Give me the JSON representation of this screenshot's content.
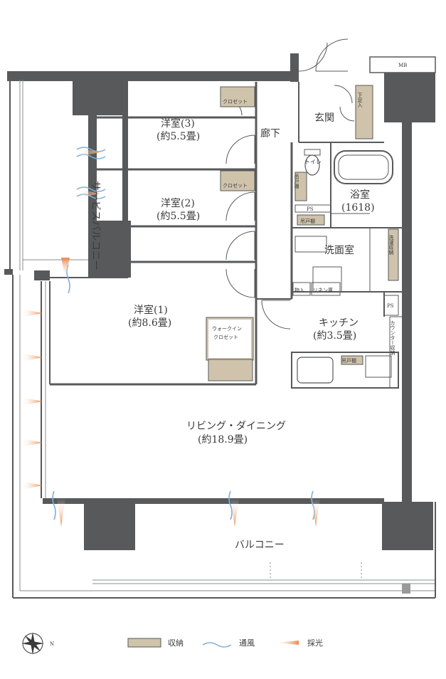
{
  "rooms": {
    "service_balcony": "サービスバルコニー",
    "west3": "洋室(3)",
    "west3_area": "(約5.5畳)",
    "west2": "洋室(2)",
    "west2_area": "(約5.5畳)",
    "west1": "洋室(1)",
    "west1_area": "(約8.6畳)",
    "hallway": "廊下",
    "entrance": "玄関",
    "toilet": "トイレ",
    "bath": "浴室",
    "bath_size": "(1618)",
    "washroom": "洗面室",
    "kitchen": "キッチン",
    "kitchen_area": "(約3.5畳)",
    "living": "リビング・ダイニング",
    "living_area": "(約18.9畳)",
    "balcony": "バルコニー"
  },
  "labels": {
    "mb": "MB",
    "shoe_closet": "下足入",
    "closet": "クロゼット",
    "walkin_1": "ウォークイン",
    "walkin_2": "クロゼット",
    "hanging_shelf": "吊戸棚",
    "hanging_shelf_v": "吊戸棚",
    "ps": "PS",
    "ps2": "PS",
    "storage": "物入",
    "linen": "リネン庫",
    "washer_storage": "洗濯収納",
    "counter": "カウンター収納",
    "kitchen_shelf": "吊戸棚"
  },
  "legend": {
    "storage": "収納",
    "ventilation": "通風",
    "lighting": "採光",
    "north": "N"
  },
  "colors": {
    "wall": "#58595b",
    "storage": "#cfc3ab",
    "ventilation": "#7fb0d8",
    "lighting": "#e8874a"
  }
}
